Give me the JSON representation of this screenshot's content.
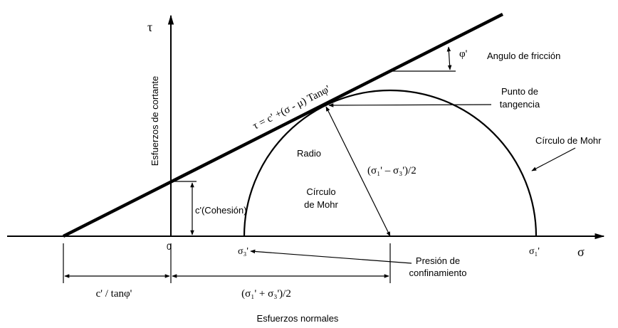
{
  "labels": {
    "tau_axis": "τ",
    "sigma_axis": "σ",
    "origin": "0",
    "vertical_axis_title": "Esfuerzos de cortante",
    "horizontal_axis_title": "Esfuerzos normales",
    "envelope_equation": "τ = c' +(σ - μ) Tanφ'",
    "phi": "φ'",
    "friction_angle": "Angulo de fricción",
    "tangency_line1": "Punto de",
    "tangency_line2": "tangencia",
    "mohr_circle_right": "Círculo de Mohr",
    "mohr_circle_inner_line1": "Círculo",
    "mohr_circle_inner_line2": "de Mohr",
    "radius": "Radio",
    "radius_formula": "(σ₁' – σ₃')/2",
    "cohesion": "c'(Cohesión)",
    "sigma3": "σ₃'",
    "sigma1": "σ₁'",
    "confinement_line1": "Presión de",
    "confinement_line2": "confinamiento",
    "c_over_tan": "c' / tanφ'",
    "center_formula": "(σ₁' + σ₃')/2"
  }
}
